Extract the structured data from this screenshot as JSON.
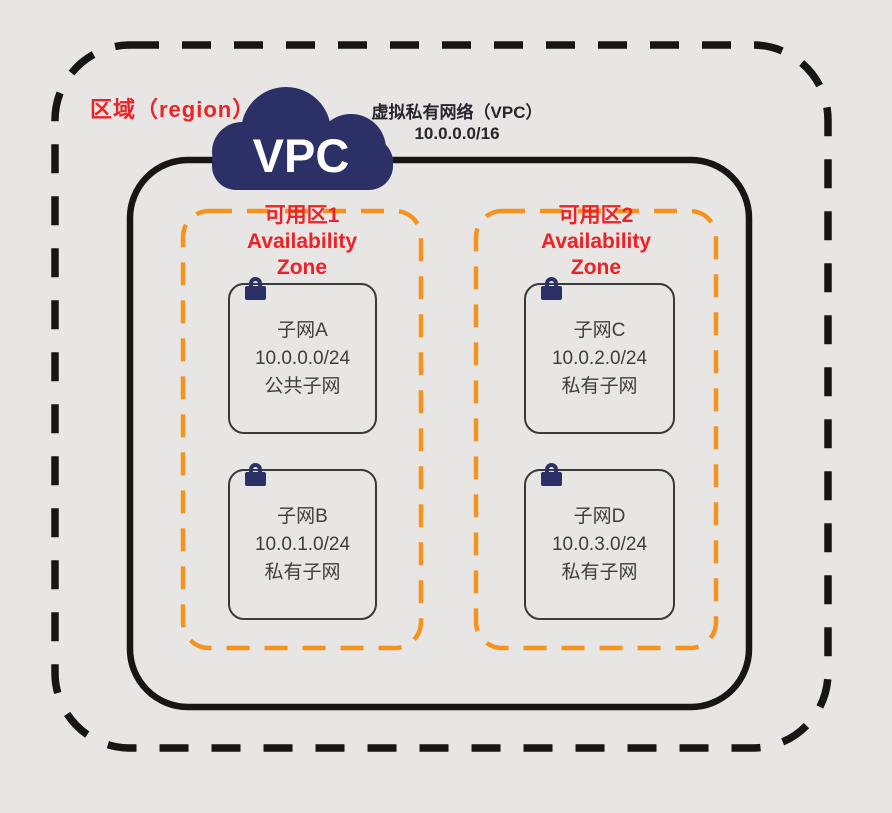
{
  "diagram": {
    "region_label": "区域（region）",
    "cloud_label": "VPC",
    "vpc_title": "虚拟私有网络（VPC）",
    "vpc_cidr": "10.0.0.0/16",
    "colors": {
      "background": "#e7e6e4",
      "navy": "#2b3166",
      "red": "#ec2227",
      "orange": "#f6921e",
      "border_black": "#161616",
      "subnet_border": "#3a3a3a"
    },
    "zones": [
      {
        "title_cn": "可用区1",
        "title_en_line1": "Availability",
        "title_en_line2": "Zone",
        "subnets": [
          {
            "name": "子网A",
            "cidr": "10.0.0.0/24",
            "type": "公共子网"
          },
          {
            "name": "子网B",
            "cidr": "10.0.1.0/24",
            "type": "私有子网"
          }
        ]
      },
      {
        "title_cn": "可用区2",
        "title_en_line1": "Availability",
        "title_en_line2": "Zone",
        "subnets": [
          {
            "name": "子网C",
            "cidr": "10.0.2.0/24",
            "type": "私有子网"
          },
          {
            "name": "子网D",
            "cidr": "10.0.3.0/24",
            "type": "私有子网"
          }
        ]
      }
    ]
  }
}
